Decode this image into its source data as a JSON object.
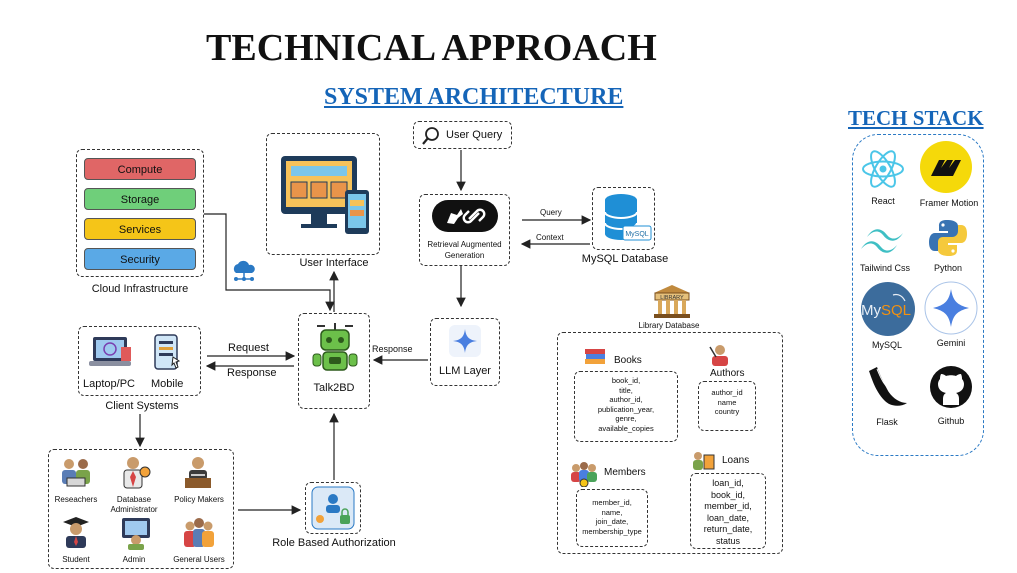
{
  "title": "TECHNICAL APPROACH",
  "subtitle": "SYSTEM ARCHITECTURE",
  "cloud": {
    "items": [
      {
        "label": "Compute",
        "color": "#e06666"
      },
      {
        "label": "Storage",
        "color": "#6fcf7a"
      },
      {
        "label": "Services",
        "color": "#f5c518"
      },
      {
        "label": "Security",
        "color": "#5aa9e6"
      }
    ],
    "caption": "Cloud Infrastructure"
  },
  "user_interface": {
    "caption": "User Interface"
  },
  "user_query": {
    "label": "User Query"
  },
  "rag": {
    "label_line1": "Retrieval Augmented",
    "label_line2": "Generation"
  },
  "mysql_db": {
    "caption": "MySQL Database",
    "query": "Query",
    "context": "Context"
  },
  "llm": {
    "label": "LLM Layer"
  },
  "talk2bd": {
    "label": "Talk2BD",
    "request": "Request",
    "response": "Response",
    "llm_response": "Response"
  },
  "client": {
    "laptop": "Laptop/PC",
    "mobile": "Mobile",
    "caption": "Client Systems"
  },
  "users": [
    {
      "label": "Reseachers"
    },
    {
      "label": "Database Administrator"
    },
    {
      "label": "Policy Makers"
    },
    {
      "label": "Student"
    },
    {
      "label": "Admin"
    },
    {
      "label": "General Users"
    }
  ],
  "rbac": {
    "caption": "Role Based Authorization"
  },
  "library": {
    "caption": "Library Database",
    "books": {
      "title": "Books",
      "fields": [
        "book_id,",
        "title,",
        "author_id,",
        "publication_year,",
        "genre,",
        "available_copies"
      ]
    },
    "authors": {
      "title": "Authors",
      "fields": [
        "author_id",
        "name",
        "country"
      ]
    },
    "members": {
      "title": "Members",
      "fields": [
        "member_id,",
        "name,",
        "join_date,",
        "membership_type"
      ]
    },
    "loans": {
      "title": "Loans",
      "fields": [
        "loan_id,",
        "book_id,",
        "member_id,",
        "loan_date,",
        "return_date,",
        "status"
      ]
    }
  },
  "tech_stack": {
    "title": "TECH STACK",
    "items": [
      {
        "label": "React"
      },
      {
        "label": "Framer Motion"
      },
      {
        "label": "Tailwind Css"
      },
      {
        "label": "Python"
      },
      {
        "label": "MySQL"
      },
      {
        "label": "Gemini"
      },
      {
        "label": "Flask"
      },
      {
        "label": "Github"
      }
    ]
  }
}
